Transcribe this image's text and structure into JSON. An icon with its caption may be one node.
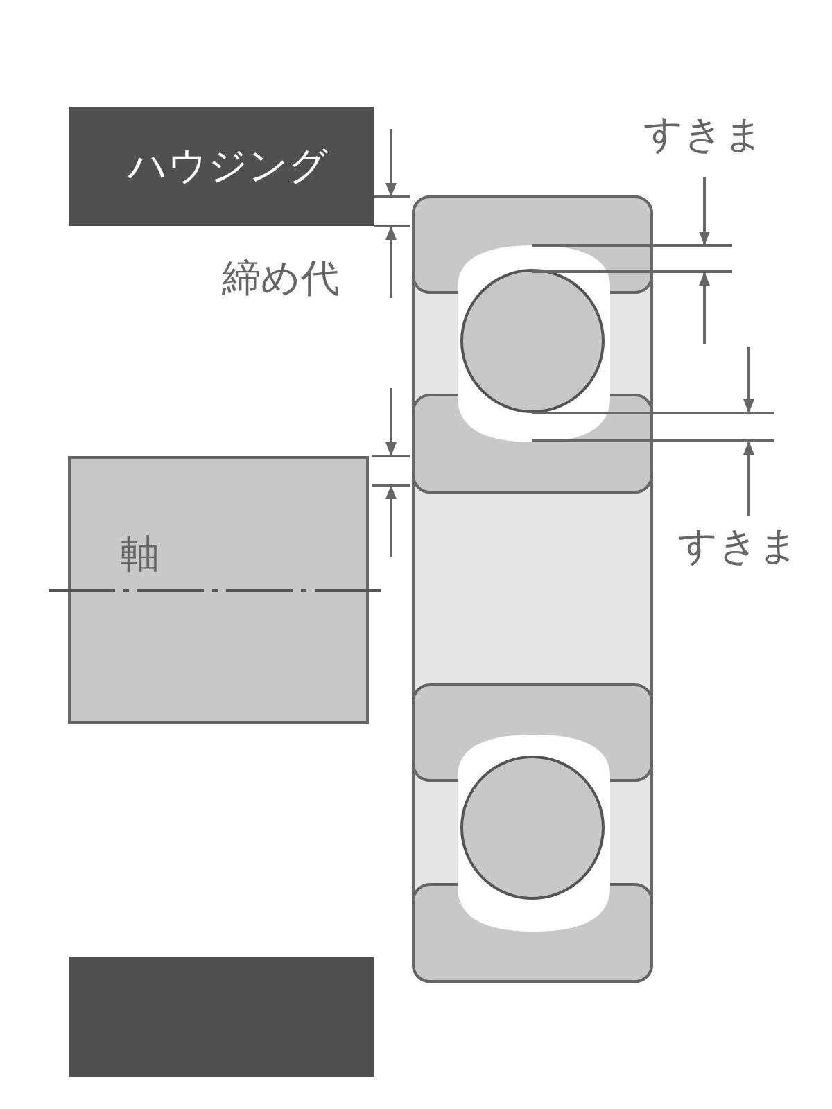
{
  "diagram": {
    "nodes": [
      {
        "text": [
          "ハウジング"
        ]
      },
      {
        "text": [
          "軸"
        ]
      },
      {
        "text": [],
        "shape": "box"
      }
    ],
    "labels": [
      "すきま",
      "締め代",
      "すきま"
    ]
  }
}
